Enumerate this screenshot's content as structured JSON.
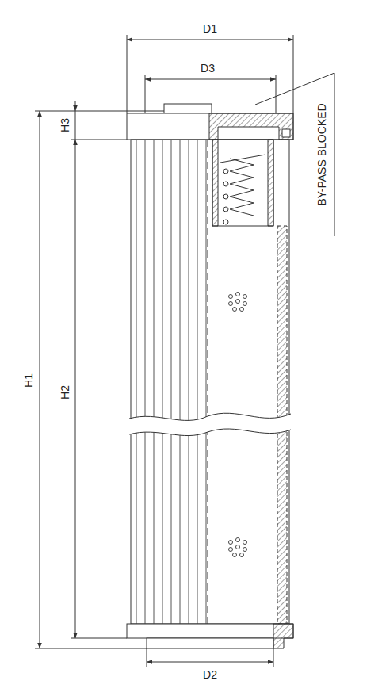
{
  "diagram": {
    "labels": [
      "D1",
      "D3",
      "BY-PASS BLOCKED",
      "H3",
      "H1",
      "H2",
      "D2"
    ]
  }
}
